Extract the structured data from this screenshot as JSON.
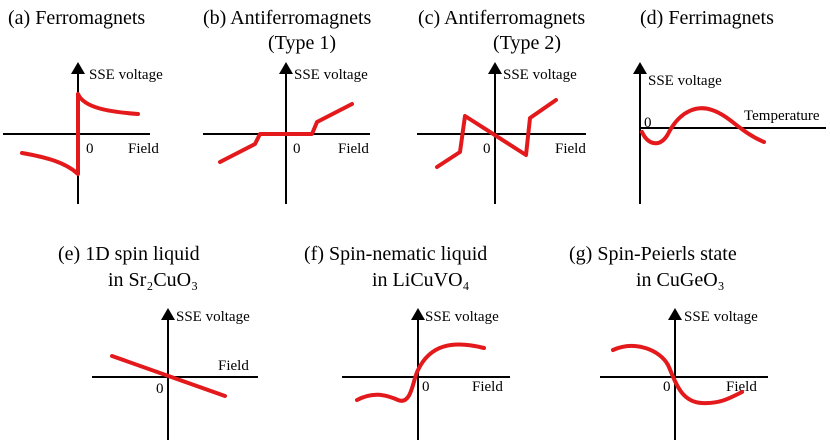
{
  "colors": {
    "curve": "#e3191c",
    "axis": "#000000"
  },
  "panels": [
    {
      "id": "a",
      "title_lines": [
        "(a) Ferromagnets"
      ],
      "y_label": "SSE voltage",
      "x_label": "Field",
      "origin_label": "0"
    },
    {
      "id": "b",
      "title_lines": [
        "(b) Antiferromagnets",
        "(Type 1)"
      ],
      "y_label": "SSE voltage",
      "x_label": "Field",
      "origin_label": "0"
    },
    {
      "id": "c",
      "title_lines": [
        "(c) Antiferromagnets",
        "(Type 2)"
      ],
      "y_label": "SSE voltage",
      "x_label": "Field",
      "origin_label": "0"
    },
    {
      "id": "d",
      "title_lines": [
        "(d) Ferrimagnets"
      ],
      "y_label": "SSE voltage",
      "x_label": "Temperature",
      "origin_label": "0"
    },
    {
      "id": "e",
      "title_lines": [
        "(e) 1D spin liquid",
        "in Sr₂CuO₃"
      ],
      "y_label": "SSE voltage",
      "x_label": "Field",
      "origin_label": "0"
    },
    {
      "id": "f",
      "title_lines": [
        "(f) Spin-nematic liquid",
        "in LiCuVO₄"
      ],
      "y_label": "SSE voltage",
      "x_label": "Field",
      "origin_label": "0"
    },
    {
      "id": "g",
      "title_lines": [
        "(g) Spin-Peierls state",
        "in CuGeO₃"
      ],
      "y_label": "SSE voltage",
      "x_label": "Field",
      "origin_label": "0"
    }
  ]
}
